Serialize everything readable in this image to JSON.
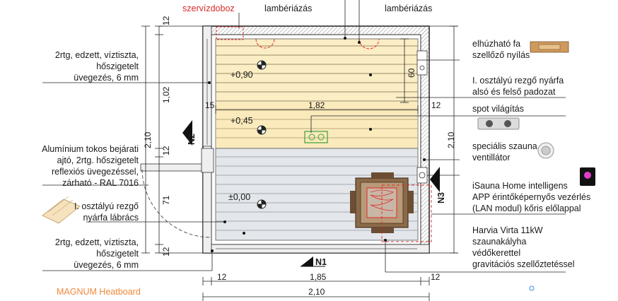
{
  "top_labels": {
    "service_box": "szervízdoboz",
    "paneling_1": "lambériázás",
    "paneling_2": "lambériázás"
  },
  "left_labels": {
    "glazing_top": [
      "2rtg, edzett, víztiszta,",
      "hőszigetelt",
      "üvegezés, 6 mm"
    ],
    "door": [
      "Alumínium tokos bejárati",
      "ajtó, 2rtg. hőszigetelt",
      "reflexiós üvegezéssel,",
      "zárható - RAL 7016"
    ],
    "footgrate": [
      "I. osztályú rezgő",
      "nyárfa lábrács"
    ],
    "glazing_bottom": [
      "2rtg, edzett, víztiszta,",
      "hőszigetelt",
      "üvegezés, 6 mm"
    ],
    "magnum": "MAGNUM Heatboard"
  },
  "right_labels": {
    "vent_opening": [
      "elhúzható fa",
      "szellőző nyílás"
    ],
    "bench": [
      "I. osztályú rezgő nyárfa",
      "alsó és felső padozat"
    ],
    "spotlight": "spot világítás",
    "fan": [
      "speciális szauna",
      "ventillátor"
    ],
    "controller": [
      "iSauna Home intelligens",
      "APP érintőképernyős vezérlés",
      "(LAN modul) kőris előlappal"
    ],
    "heater": [
      "Harvia Virta 11kW",
      "szaunakályha",
      "védőkerettel",
      "gravitációs szellőztetéssel"
    ]
  },
  "dimensions": {
    "left_12a": "12",
    "left_102": "1,02",
    "left_15": "15",
    "left_210": "2,10",
    "left_12b": "12",
    "left_71": "71",
    "left_12c": "12",
    "inner_60": "60",
    "inner_182": "1,82",
    "right_12": "12",
    "right_210": "2,10",
    "bottom_12a": "12",
    "bottom_185": "1,85",
    "bottom_12b": "12",
    "bottom_210": "2,10"
  },
  "levels": {
    "top_bench": "+0,90",
    "middle_bench": "+0,45",
    "floor": "±0,00"
  },
  "section_marks": {
    "n1": "N1",
    "n2": "N2",
    "n3": "N3"
  },
  "colors": {
    "wood_light": "#fbedc4",
    "floor_grate": "#e3e6ea",
    "accent_red": "#e02b2b",
    "wall": "#cfcfcf",
    "heater_brown": "#6b4e34",
    "magnum_orange": "#f0883a"
  }
}
